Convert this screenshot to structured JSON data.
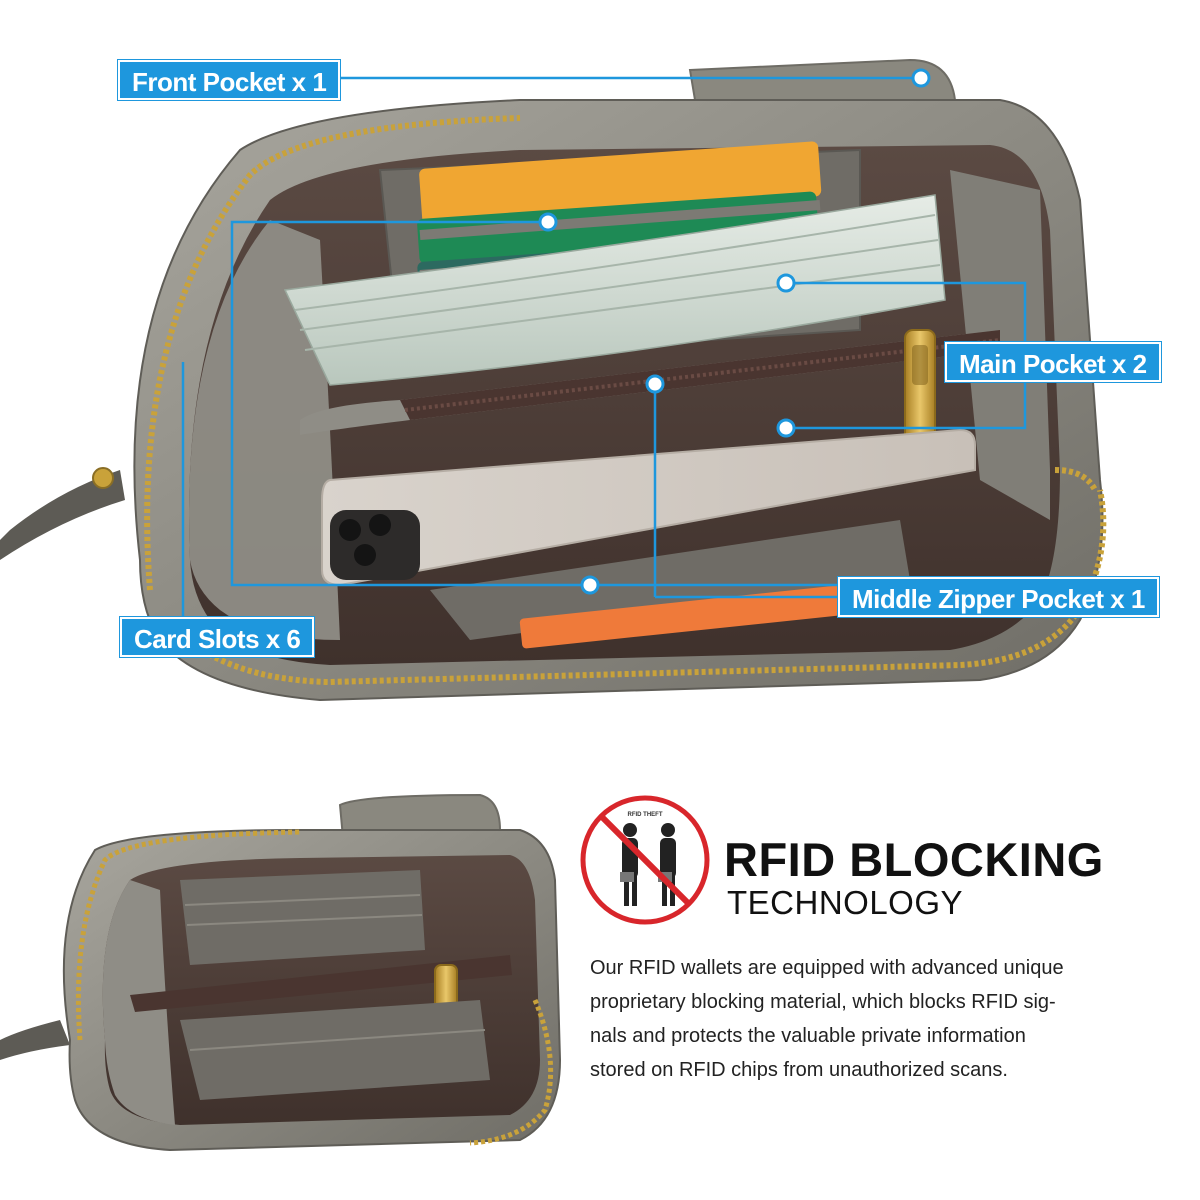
{
  "callouts": {
    "front_pocket": "Front Pocket x 1",
    "main_pocket": "Main Pocket x 2",
    "middle_zipper_pocket": "Middle Zipper Pocket x 1",
    "card_slots": "Card Slots x 6"
  },
  "rfid": {
    "badge_text": "RFID THEFT",
    "title": "RFID BLOCKING",
    "subtitle": "TECHNOLOGY",
    "description_lines": [
      "Our RFID wallets are equipped with advanced unique",
      "proprietary blocking material, which blocks RFID sig-",
      "nals and protects the valuable private information",
      "stored on RFID chips from unauthorized scans."
    ]
  },
  "colors": {
    "callout_blue": "#1e97dd",
    "leather_gray": "#8e8c84",
    "lining_brown": "#55433c",
    "zipper_gold": "#c9a23a",
    "no_sign_red": "#d8262b"
  }
}
